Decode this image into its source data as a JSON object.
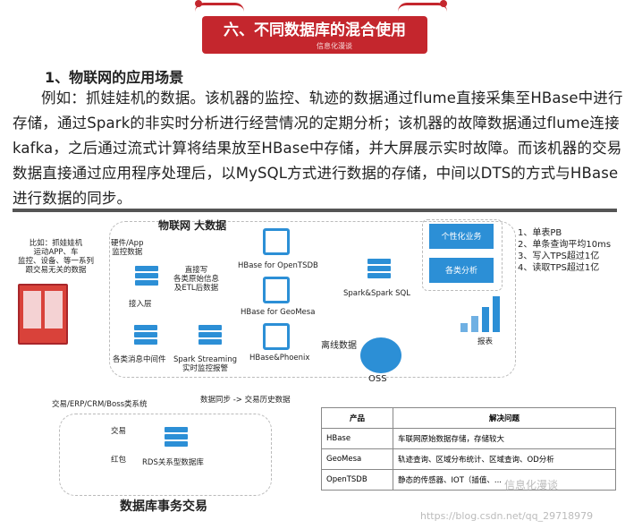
{
  "banner": {
    "title": "六、不同数据库的混合使用",
    "subtitle": "信息化漫谈"
  },
  "heading": "1、物联网的应用场景",
  "paragraph": "例如：抓娃娃机的数据。该机器的监控、轨迹的数据通过flume直接采集至HBase中进行存储，通过Spark的非实时分析进行经营情况的定期分析；该机器的故障数据通过flume连接kafka，之后通过流式计算将结果放至HBase中存储，并大屏展示实时故障。而该机器的交易数据直接通过应用程序处理后，以MySQL方式进行数据的存储，中间以DTS的方式与HBase进行数据的同步。",
  "diagram": {
    "title": "物联网 大数据",
    "source_note": "比如：抓娃娃机\n运动APP、车\n监控、设备、等一系列\n跟交易无关的数据",
    "hw_label": "硬件/App\n监控数据",
    "access_label": "接入层",
    "direct_write": "直接写\n各类原始信息\n及ETL后数据",
    "mq_label": "各类消息中间件",
    "stream_label": "Spark Streaming\n实时监控报警",
    "hbase_tsdb": "HBase for OpenTSDB",
    "hbase_geo": "HBase for GeoMesa",
    "hbase_phoenix": "HBase&Phoenix",
    "spark_sql": "Spark&Spark SQL",
    "offline": "离线数据",
    "oss": "OSS",
    "btn_personal": "个性化业务",
    "btn_analysis": "各类分析",
    "report": "报表",
    "stats": [
      "1、单表PB",
      "2、单条查询平均10ms",
      "3、写入TPS超过1亿",
      "4、读取TPS超过1亿"
    ],
    "sync": "数据同步 -> 交易历史数据",
    "erp": "交易/ERP/CRM/Boss类系统",
    "trade": "交易",
    "red": "红包",
    "rds": "RDS关系型数据库",
    "bottom_title": "数据库事务交易",
    "table": {
      "headers": [
        "产品",
        "解决问题"
      ],
      "rows": [
        [
          "HBase",
          "车联网原始数据存储，存储较大"
        ],
        [
          "GeoMesa",
          "轨迹查询、区域分布统计、区域查询、OD分析"
        ],
        [
          "OpenTSDB",
          "静态的传感器、IOT（插值、..."
        ]
      ]
    }
  },
  "watermarks": {
    "wechat": "信息化漫谈",
    "csdn": "https://blog.csdn.net/qq_29718979"
  },
  "colors": {
    "banner_red": "#c4262d",
    "diagram_blue": "#2c8fd6"
  }
}
